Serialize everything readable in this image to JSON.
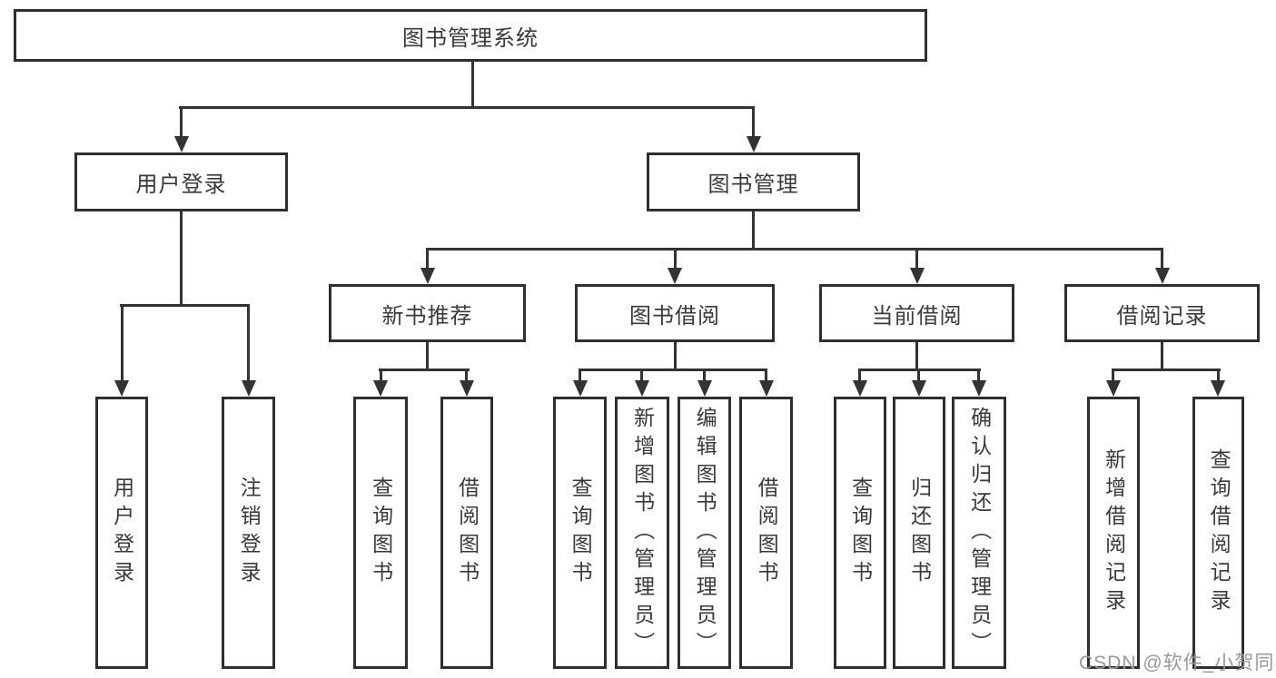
{
  "tree": {
    "root": {
      "label": "图书管理系统"
    },
    "branches": [
      {
        "label": "用户登录",
        "children": [
          {
            "label": "用户登录"
          },
          {
            "label": "注销登录"
          }
        ]
      },
      {
        "label": "图书管理",
        "children": [
          {
            "label": "新书推荐",
            "children": [
              {
                "label": "查询图书"
              },
              {
                "label": "借阅图书"
              }
            ]
          },
          {
            "label": "图书借阅",
            "children": [
              {
                "label": "查询图书"
              },
              {
                "label": "新增图书（管理员）"
              },
              {
                "label": "编辑图书（管理员）"
              },
              {
                "label": "借阅图书"
              }
            ]
          },
          {
            "label": "当前借阅",
            "children": [
              {
                "label": "查询图书"
              },
              {
                "label": "归还图书"
              },
              {
                "label": "确认归还（管理员）"
              }
            ]
          },
          {
            "label": "借阅记录",
            "children": [
              {
                "label": "新增借阅记录"
              },
              {
                "label": "查询借阅记录"
              }
            ]
          }
        ]
      }
    ]
  },
  "watermark": {
    "text": "CSDN @软件_小贺同学"
  },
  "colors": {
    "line": "#333333",
    "border": "#2f2f2f",
    "text": "#3a3a3a",
    "watermark": "#999999",
    "background": "#ffffff"
  }
}
